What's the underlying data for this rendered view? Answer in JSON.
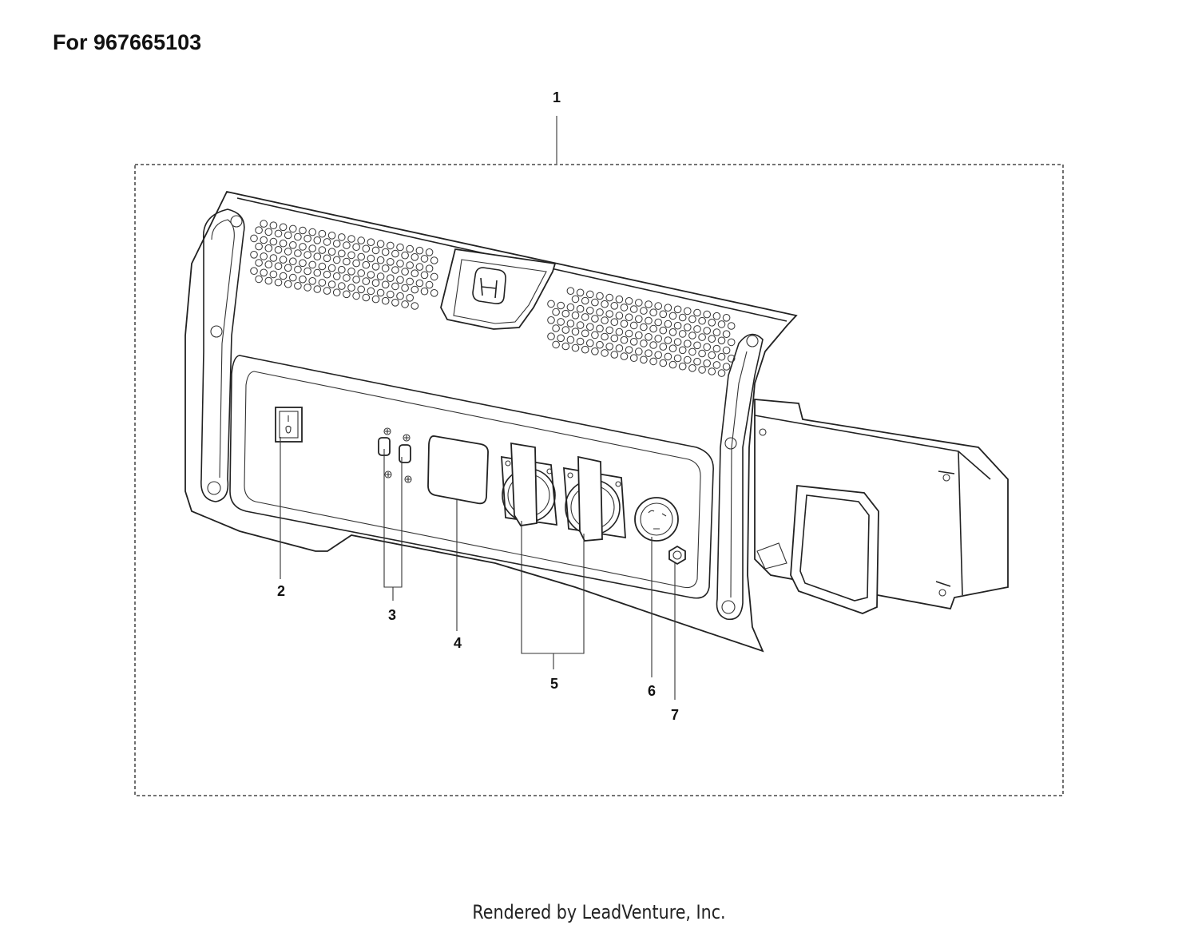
{
  "header": {
    "title": "For 967665103"
  },
  "callouts": [
    {
      "id": "1",
      "label": "1"
    },
    {
      "id": "2",
      "label": "2"
    },
    {
      "id": "3",
      "label": "3"
    },
    {
      "id": "4",
      "label": "4"
    },
    {
      "id": "5",
      "label": "5"
    },
    {
      "id": "6",
      "label": "6"
    },
    {
      "id": "7",
      "label": "7"
    }
  ],
  "footer": {
    "text": "Rendered by LeadVenture, Inc."
  },
  "colors": {
    "line": "#222222",
    "background": "#ffffff"
  }
}
